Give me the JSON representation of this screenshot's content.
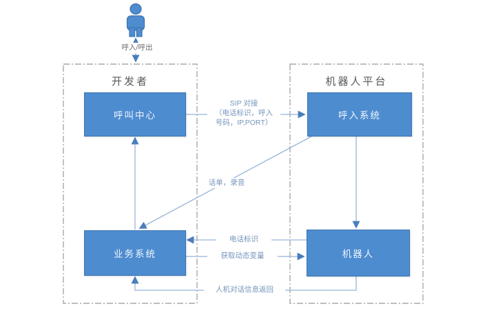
{
  "diagram": {
    "actor": {
      "icon": "person-icon",
      "connector_label": "呼入/呼出"
    },
    "containers": {
      "developer": {
        "title": "开发者"
      },
      "robot_platform": {
        "title": "机器人平台"
      }
    },
    "nodes": {
      "call_center": {
        "label": "呼叫中心",
        "container": "developer"
      },
      "inbound_system": {
        "label": "呼入系统",
        "container": "robot_platform"
      },
      "business_system": {
        "label": "业务系统",
        "container": "developer"
      },
      "robot": {
        "label": "机器人",
        "container": "robot_platform"
      }
    },
    "edges": {
      "actor_flow": {
        "from": "actor",
        "to": "call_center",
        "bidirectional": true,
        "label": "呼入/呼出"
      },
      "sip": {
        "from": "call_center",
        "to": "inbound_system",
        "lines": [
          "SIP 对接",
          "（电话标识，呼入",
          "号码，IP,PORT）"
        ]
      },
      "cdr": {
        "from": "inbound_system",
        "to": "business_system",
        "label": "话单，录音"
      },
      "business_to_call_center": {
        "from": "business_system",
        "to": "call_center",
        "label": ""
      },
      "inbound_to_robot": {
        "from": "inbound_system",
        "to": "robot",
        "label": ""
      },
      "phone_id": {
        "from": "robot",
        "to": "business_system",
        "label": "电话标识"
      },
      "dynamic_vars": {
        "from": "business_system",
        "to": "robot",
        "label": "获取动态变量"
      },
      "dialog_return": {
        "from": "robot",
        "to": "business_system",
        "label": "人机对话信息返回"
      }
    },
    "colors": {
      "node_fill": "#4e8cd0",
      "node_border": "#3a72ae",
      "node_text": "#eef5fc",
      "connector_line": "#97b4d9",
      "arrow_fill": "#4a7ebb",
      "edge_label_text": "#7495bd",
      "actor_label_text": "#6b6b6b",
      "dashed_border": "#a8a8a8",
      "container_title_text": "#595959",
      "background": "#ffffff"
    }
  }
}
